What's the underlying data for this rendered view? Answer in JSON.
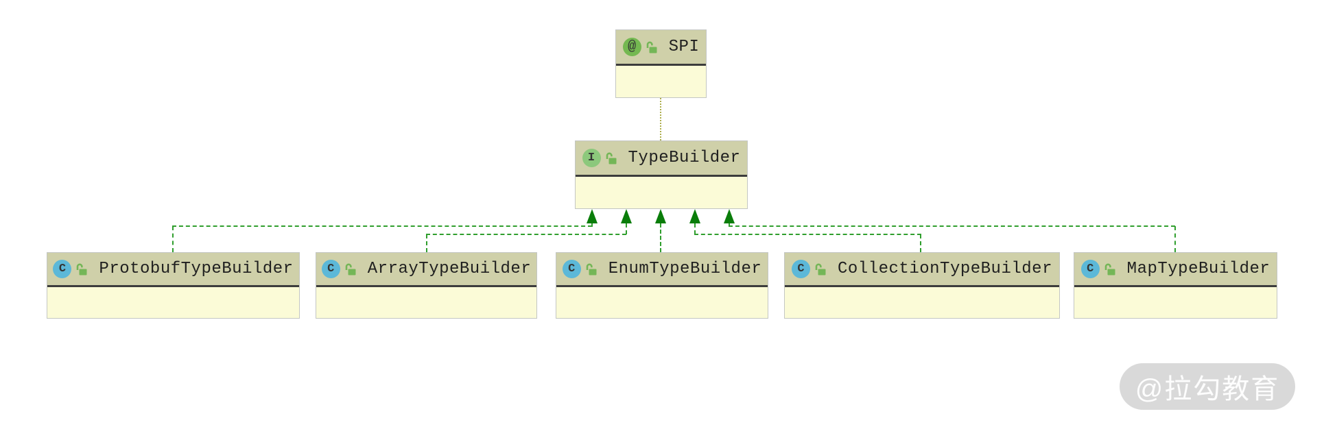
{
  "icons": {
    "annotation_letter": "@",
    "interface_letter": "I",
    "class_letter": "C"
  },
  "nodes": {
    "spi": {
      "label": "SPI",
      "stereotype": "annotation"
    },
    "type_builder": {
      "label": "TypeBuilder",
      "stereotype": "interface"
    },
    "protobuf_type_builder": {
      "label": "ProtobufTypeBuilder",
      "stereotype": "class"
    },
    "array_type_builder": {
      "label": "ArrayTypeBuilder",
      "stereotype": "class"
    },
    "enum_type_builder": {
      "label": "EnumTypeBuilder",
      "stereotype": "class"
    },
    "collection_type_builder": {
      "label": "CollectionTypeBuilder",
      "stereotype": "class"
    },
    "map_type_builder": {
      "label": "MapTypeBuilder",
      "stereotype": "class"
    }
  },
  "edges": [
    {
      "from": "TypeBuilder",
      "to": "SPI",
      "type": "annotation",
      "style": "dotted"
    },
    {
      "from": "ProtobufTypeBuilder",
      "to": "TypeBuilder",
      "type": "realization",
      "style": "dashed",
      "arrowhead": "solid-triangle"
    },
    {
      "from": "ArrayTypeBuilder",
      "to": "TypeBuilder",
      "type": "realization",
      "style": "dashed",
      "arrowhead": "solid-triangle"
    },
    {
      "from": "EnumTypeBuilder",
      "to": "TypeBuilder",
      "type": "realization",
      "style": "dashed",
      "arrowhead": "solid-triangle"
    },
    {
      "from": "CollectionTypeBuilder",
      "to": "TypeBuilder",
      "type": "realization",
      "style": "dashed",
      "arrowhead": "solid-triangle"
    },
    {
      "from": "MapTypeBuilder",
      "to": "TypeBuilder",
      "type": "realization",
      "style": "dashed",
      "arrowhead": "solid-triangle"
    }
  ],
  "watermark": {
    "text": "@拉勾教育"
  },
  "colors": {
    "canvas_bg": "#ffffff",
    "node_header_bg": "#cfd0a9",
    "node_body_bg": "#fbfbd7",
    "node_border": "#c3c6c3",
    "node_divider": "#3c3c3c",
    "label_text": "#1f1f1f",
    "annotation_icon_bg": "#74b851",
    "interface_icon_bg": "#8cc87c",
    "class_icon_bg": "#5cb8d8",
    "icon_letter": "#343434",
    "lock_icon": "#74b657",
    "edge_green": "#2f9e2d",
    "arrowhead_green": "#0a7d0a",
    "annotation_edge": "#adad4a",
    "watermark_bg": "#d9d9d9",
    "watermark_text": "#fdfdfd"
  }
}
